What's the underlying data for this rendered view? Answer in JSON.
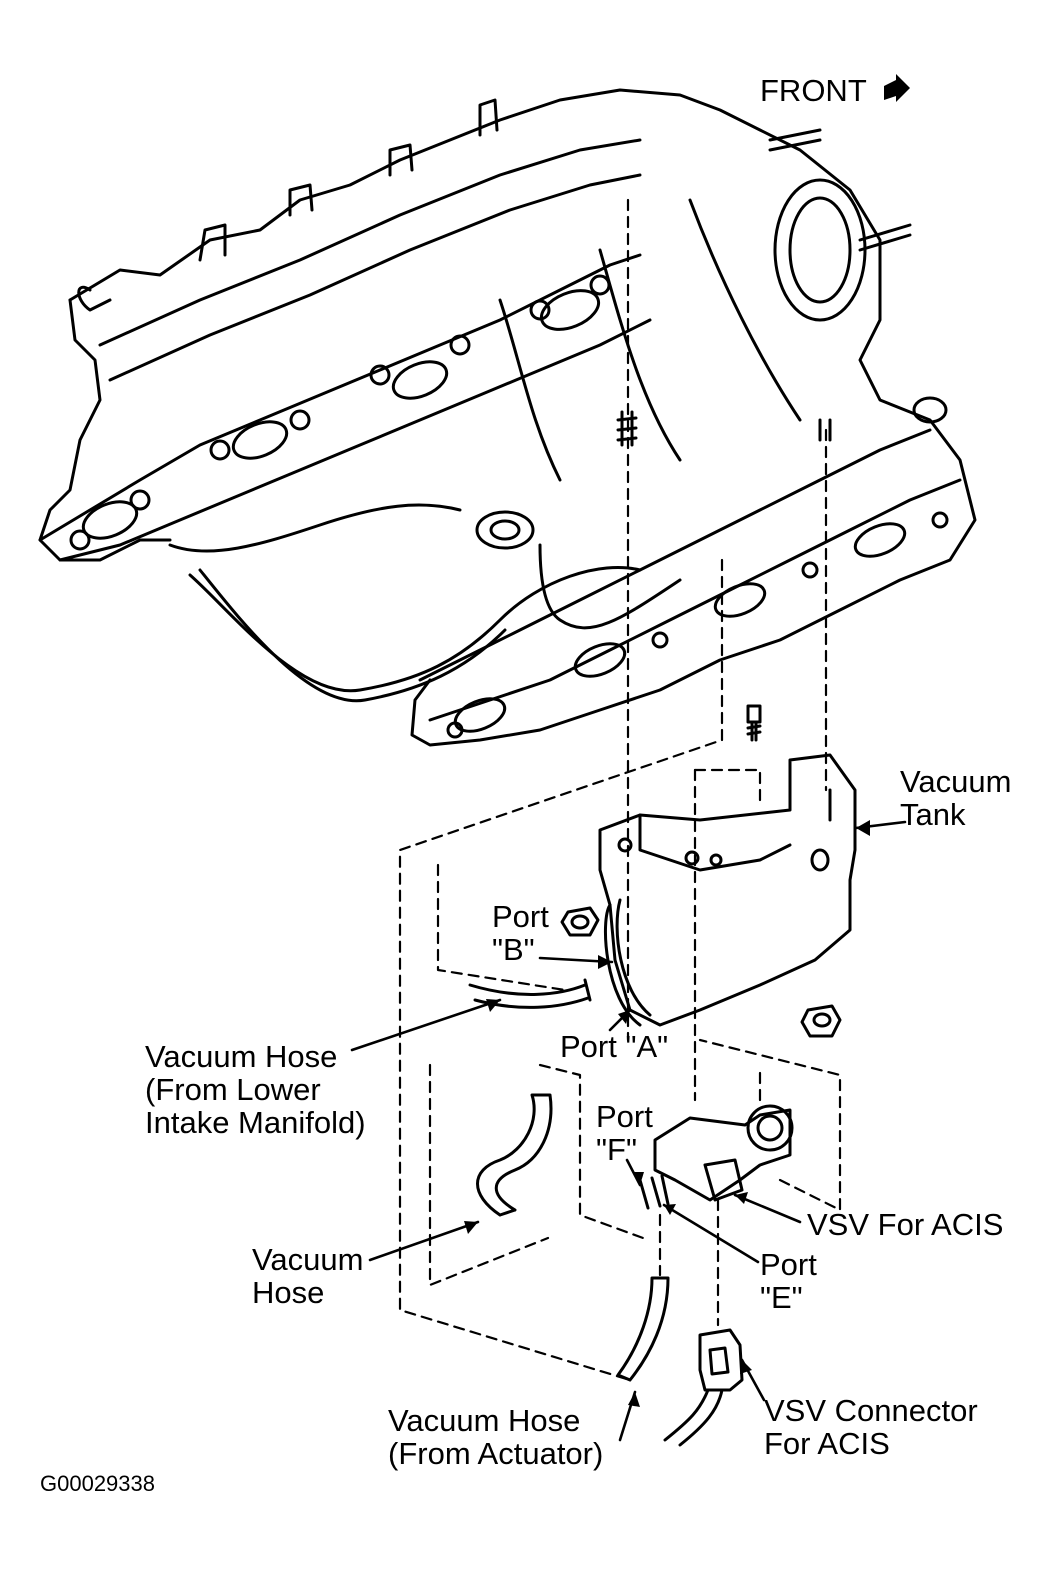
{
  "labels": {
    "front": "FRONT",
    "vacuum_tank": [
      "Vacuum",
      "Tank"
    ],
    "port_b": [
      "Port",
      "\"B\""
    ],
    "port_a": "Port \"A\"",
    "vacuum_hose_lower": [
      "Vacuum Hose",
      "(From Lower",
      "Intake Manifold)"
    ],
    "port_f": [
      "Port",
      "\"F\""
    ],
    "vsv_acis": "VSV For ACIS",
    "vacuum_hose": [
      "Vacuum",
      "Hose"
    ],
    "port_e": [
      "Port",
      "\"E\""
    ],
    "vacuum_hose_actuator": [
      "Vacuum Hose",
      "(From Actuator)"
    ],
    "vsv_connector": [
      "VSV Connector",
      "For ACIS"
    ],
    "figure_id": "G00029338"
  }
}
